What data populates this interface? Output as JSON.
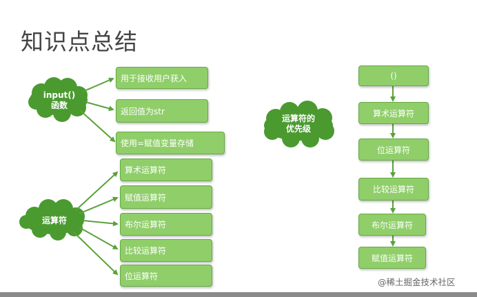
{
  "slide": {
    "title": "知识点总结",
    "colors": {
      "box_fill": "#8fce69",
      "box_border": "#66a944",
      "cloud_fill": "#4a9a30",
      "arrow": "#5aa13a"
    }
  },
  "input_cloud": {
    "line1": "input()",
    "line2": "函数"
  },
  "input_boxes": [
    "用于接收用户获入",
    "返回值为str",
    "使用=赋值变量存储"
  ],
  "operator_cloud": {
    "label": "运算符"
  },
  "operator_boxes": [
    "算术运算符",
    "赋值运算符",
    "布尔运算符",
    "比较运算符",
    "位运算符"
  ],
  "priority_cloud": {
    "line1": "运算符的",
    "line2": "优先级"
  },
  "priority_boxes": [
    "()",
    "算术运算符",
    "位运算符",
    "比较运算符",
    "布尔运算符",
    "赋值运算符"
  ],
  "watermark": "@稀土掘金技术社区"
}
